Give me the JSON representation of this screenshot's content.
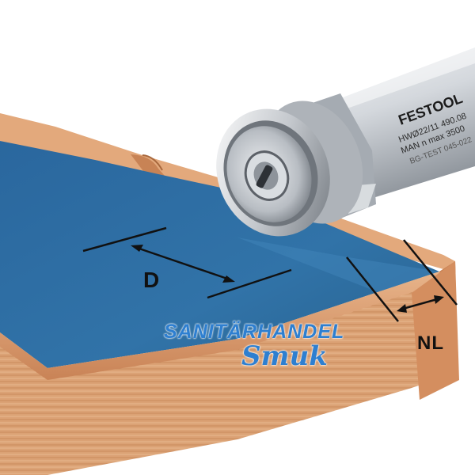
{
  "image": {
    "description_name": "router-bit-illustration"
  },
  "dimensions": {
    "d_label": "D",
    "nl_label": "NL"
  },
  "cutter": {
    "brand": "FESTOOL",
    "line1": "HWØ22/11 490.08",
    "line2": "MAN n max 3500",
    "line3": "BG-TEST 045-022"
  },
  "watermark": {
    "line1": "SANITÄRHANDEL",
    "line2": "Smuk"
  },
  "colors": {
    "laminate": "#2f6a9c",
    "wood": "#d89a6a",
    "steel": "#cfd3d8",
    "watermark": "#2e7fd0"
  }
}
